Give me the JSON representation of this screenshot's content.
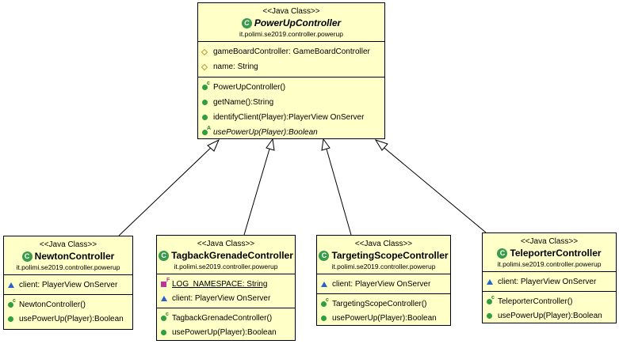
{
  "stereotype": "<<Java Class>>",
  "classes": {
    "powerup": {
      "name": "PowerUpController",
      "package": "it.polimi.se2019.controller.powerup",
      "fields": [
        {
          "text": "gameBoardController: GameBoardController"
        },
        {
          "text": "name: String"
        }
      ],
      "methods": [
        {
          "text": "PowerUpController()"
        },
        {
          "text": "getName():String"
        },
        {
          "text": "identifyClient(Player):PlayerView OnServer"
        },
        {
          "text": "usePowerUp(Player):Boolean"
        }
      ]
    },
    "newton": {
      "name": "NewtonController",
      "package": "it.polimi.se2019.controller.powerup",
      "fields": [
        {
          "text": "client: PlayerView OnServer"
        }
      ],
      "methods": [
        {
          "text": "NewtonController()"
        },
        {
          "text": "usePowerUp(Player):Boolean"
        }
      ]
    },
    "tagback": {
      "name": "TagbackGrenadeController",
      "package": "it.polimi.se2019.controller.powerup",
      "fields": [
        {
          "text": "LOG_NAMESPACE: String"
        },
        {
          "text": "client: PlayerView OnServer"
        }
      ],
      "methods": [
        {
          "text": "TagbackGrenadeController()"
        },
        {
          "text": "usePowerUp(Player):Boolean"
        }
      ]
    },
    "targeting": {
      "name": "TargetingScopeController",
      "package": "it.polimi.se2019.controller.powerup",
      "fields": [
        {
          "text": "client: PlayerView OnServer"
        }
      ],
      "methods": [
        {
          "text": "TargetingScopeController()"
        },
        {
          "text": "usePowerUp(Player):Boolean"
        }
      ]
    },
    "teleporter": {
      "name": "TeleporterController",
      "package": "it.polimi.se2019.controller.powerup",
      "fields": [
        {
          "text": "client: PlayerView OnServer"
        }
      ],
      "methods": [
        {
          "text": "TeleporterController()"
        },
        {
          "text": "usePowerUp(Player):Boolean"
        }
      ]
    }
  },
  "colors": {
    "box_fill": "#ffffc8",
    "class_icon": "#3b9b4c",
    "method_dot": "#2e9e3e",
    "field_package": "#b89b2a",
    "field_private": "#c0329a",
    "field_protected": "#2a62c9"
  }
}
